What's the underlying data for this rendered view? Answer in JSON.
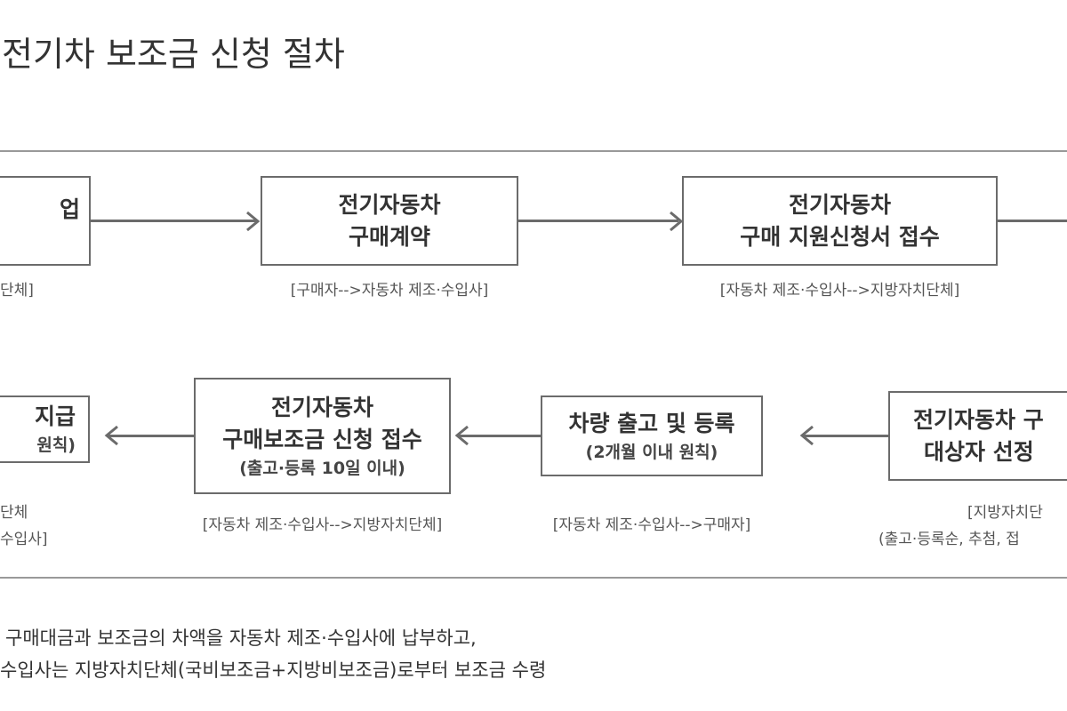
{
  "title": "전기차 보조금 신청 절차",
  "top_row": [
    {
      "lines": [
        "업"
      ],
      "label": [
        "단체]"
      ]
    },
    {
      "lines": [
        "전기자동차",
        "구매계약"
      ],
      "label": [
        "[구매자-->자동차 제조·수입사]"
      ]
    },
    {
      "lines": [
        "전기자동차",
        "구매 지원신청서 접수"
      ],
      "label": [
        "[자동차 제조·수입사-->지방자치단체]"
      ]
    }
  ],
  "bottom_row": [
    {
      "lines": [
        "지급"
      ],
      "sub": "원칙)",
      "label": [
        "단체",
        "수입사]"
      ]
    },
    {
      "lines": [
        "전기자동차",
        "구매보조금 신청 접수"
      ],
      "sub": "(출고·등록 10일 이내)",
      "label": [
        "[자동차 제조·수입사-->지방자치단체]"
      ]
    },
    {
      "lines": [
        "차량 출고 및 등록"
      ],
      "sub": "(2개월 이내 원칙)",
      "label": [
        "[자동차 제조·수입사-->구매자]"
      ]
    },
    {
      "lines": [
        "전기자동차 구",
        "대상자 선정"
      ],
      "label": [
        "[지방자치단",
        "(출고·등록순, 추첨, 접"
      ]
    }
  ],
  "notes": [
    "구매대금과 보조금의 차액을 자동차 제조·수입사에 납부하고,",
    "수입사는 지방자치단체(국비보조금+지방비보조금)로부터 보조금 수령"
  ]
}
